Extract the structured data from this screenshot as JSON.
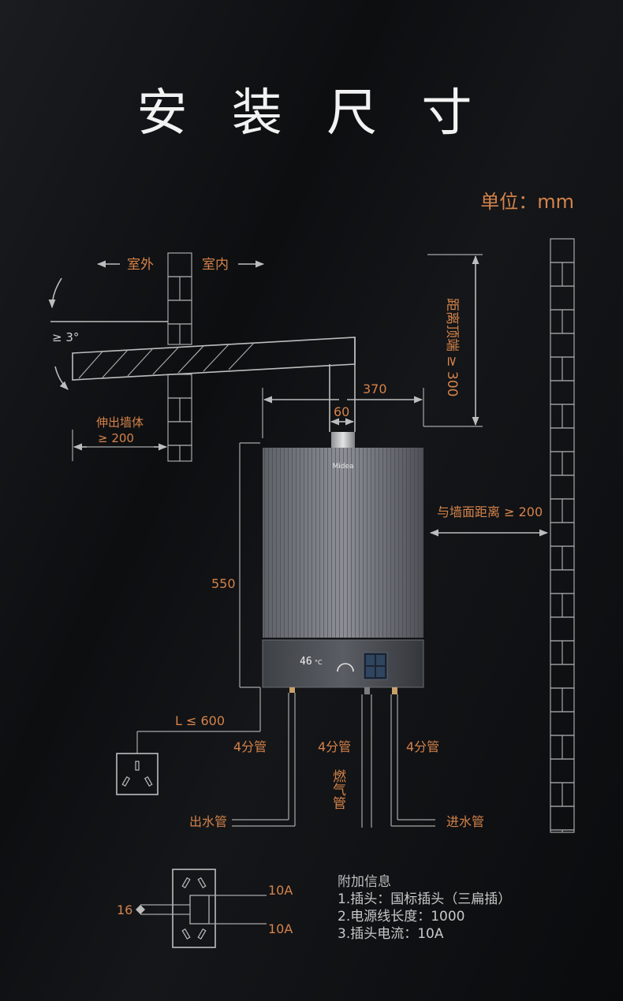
{
  "title": "安 装 尺 寸",
  "unit": "单位：mm",
  "labels": {
    "outdoor": "室外",
    "indoor": "室内",
    "angle": "≥ 3°",
    "extend_wall": "伸出墙体",
    "extend_wall_value": "≥ 200",
    "dim_370": "370",
    "dim_60": "60",
    "dim_550": "550",
    "top_distance": "距离顶端 ≥ 300",
    "wall_distance": "与墙面距离 ≥ 200",
    "cable_length": "L ≤ 600",
    "pipe_left": "4分管",
    "pipe_mid": "4分管",
    "pipe_right": "4分管",
    "gas_pipe": "燃气管",
    "outlet_pipe": "出水管",
    "inlet_pipe": "进水管",
    "plug_width": "16",
    "plug_current_top": "10A",
    "plug_current_bottom": "10A"
  },
  "heater": {
    "brand": "Midea",
    "display": "46",
    "display_unit": "°C"
  },
  "extra_info": {
    "heading": "附加信息",
    "items": [
      "1.插头：国标插头（三扁插）",
      "2.电源线长度：1000",
      "3.插头电流：10A"
    ]
  },
  "colors": {
    "accent": "#d5834a",
    "line": "#bdbdbd",
    "text": "#f2f2f2"
  }
}
